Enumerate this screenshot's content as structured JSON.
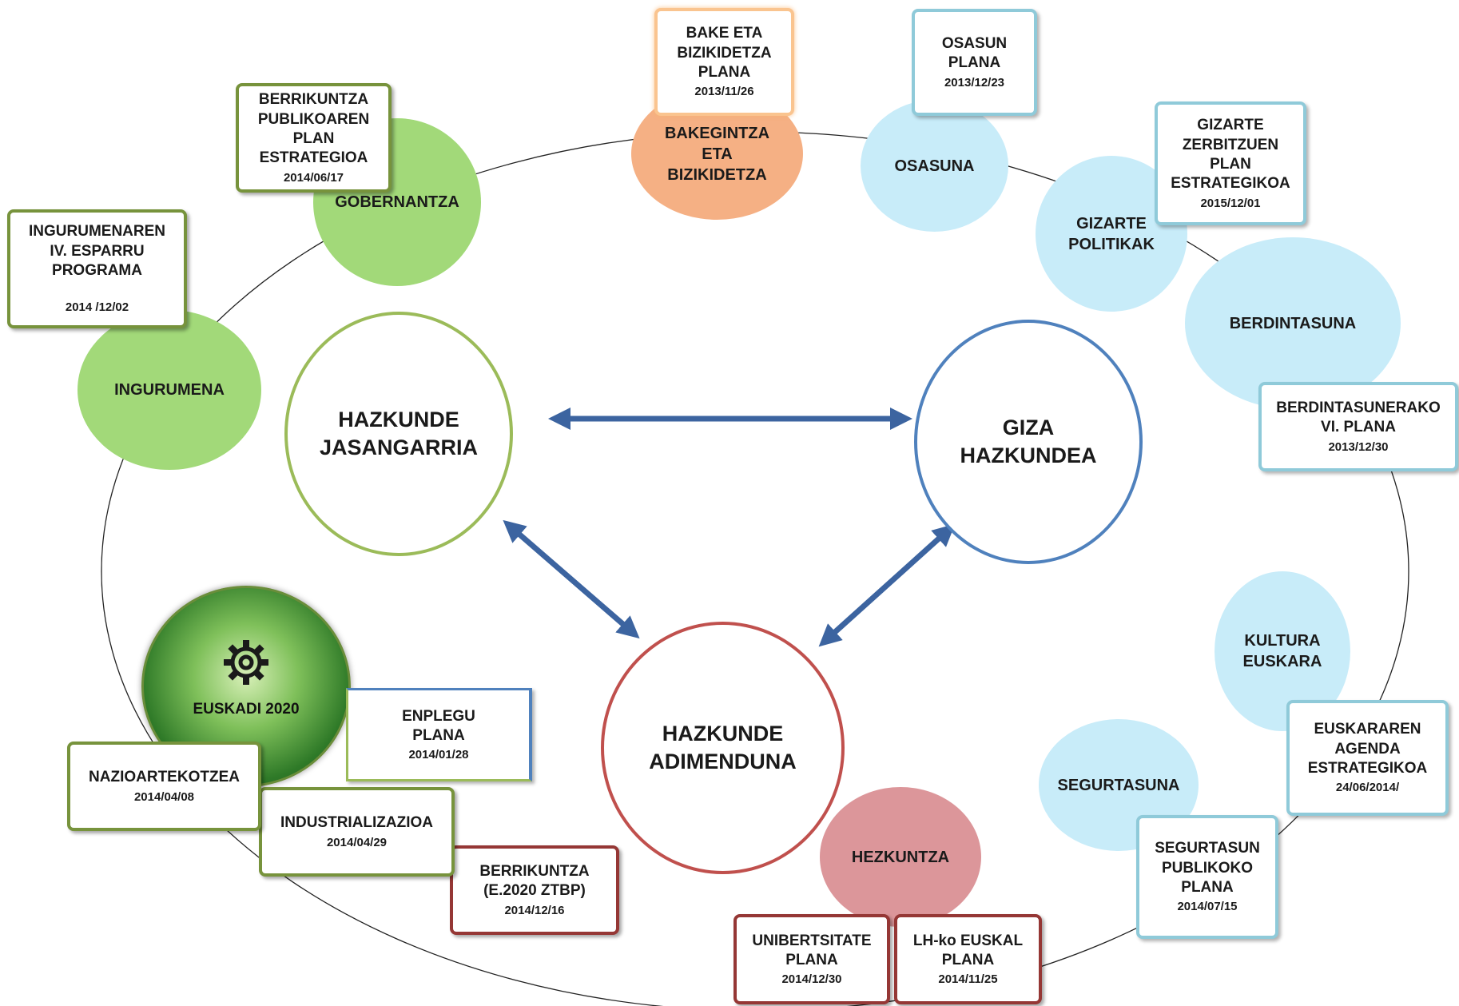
{
  "colors": {
    "green": "#a2d979",
    "light_blue": "#c8ecf9",
    "orange": "#f5b084",
    "rose": "#dc969a",
    "green_ring": "#9bbb59",
    "blue_ring": "#4f81bd",
    "red_ring": "#c0504d",
    "arrow": "#3c64a0"
  },
  "pillars": {
    "jasangarria": {
      "l1": "HAZKUNDE",
      "l2": "JASANGARRIA"
    },
    "giza": {
      "l1": "GIZA",
      "l2": "HAZKUNDEA"
    },
    "adimenduna": {
      "l1": "HAZKUNDE",
      "l2": "ADIMENDUNA"
    }
  },
  "areas": {
    "gobernantza": "GOBERNANTZA",
    "ingurumena": "INGURUMENA",
    "bakegintza": {
      "l1": "BAKEGINTZA",
      "l2": "ETA",
      "l3": "BIZIKIDETZA"
    },
    "osasuna": "OSASUNA",
    "gizarte": {
      "l1": "GIZARTE",
      "l2": "POLITIKAK"
    },
    "berdintasuna": "BERDINTASUNA",
    "kultura": {
      "l1": "KULTURA",
      "l2": "EUSKARA"
    },
    "segurtasuna": "SEGURTASUNA",
    "hezkuntza": "HEZKUNTZA",
    "euskadi": "EUSKADI 2020"
  },
  "plans": {
    "berrikuntza_publikoa": {
      "l1": "BERRIKUNTZA",
      "l2": "PUBLIKOAREN",
      "l3": "PLAN",
      "l4": "ESTRATEGIOA",
      "date": "2014/06/17"
    },
    "ingurumena": {
      "l1": "INGURUMENAREN",
      "l2": "IV. ESPARRU",
      "l3": "PROGRAMA",
      "date": "2014 /12/02"
    },
    "bake": {
      "l1": "BAKE ETA",
      "l2": "BIZIKIDETZA",
      "l3": "PLANA",
      "date": "2013/11/26"
    },
    "osasun": {
      "l1": "OSASUN",
      "l2": "PLANA",
      "date": "2013/12/23"
    },
    "gizarte": {
      "l1": "GIZARTE",
      "l2": "ZERBITZUEN",
      "l3": "PLAN",
      "l4": "ESTRATEGIKOA",
      "date": "2015/12/01"
    },
    "berdintasun": {
      "l1": "BERDINTASUNERAKO",
      "l2": "VI. PLANA",
      "date": "2013/12/30"
    },
    "euskara": {
      "l1": "EUSKARAREN",
      "l2": "AGENDA",
      "l3": "ESTRATEGIKOA",
      "date": "24/06/2014/"
    },
    "segurtasun": {
      "l1": "SEGURTASUN",
      "l2": "PUBLIKOKO",
      "l3": "PLANA",
      "date": "2014/07/15"
    },
    "unibertsitate": {
      "l1": "UNIBERTSITATE",
      "l2": "PLANA",
      "date": "2014/12/30"
    },
    "lh": {
      "l1": "LH-ko EUSKAL",
      "l2": "PLANA",
      "date": "2014/11/25"
    },
    "berrikuntza_ztbp": {
      "l1": "BERRIKUNTZA",
      "l2": "(E.2020 ZTBP)",
      "date": "2014/12/16"
    },
    "industrializazioa": {
      "l1": "INDUSTRIALIZAZIOA",
      "date": "2014/04/29"
    },
    "nazioartekotzea": {
      "l1": "NAZIOARTEKOTZEA",
      "date": "2014/04/08"
    },
    "enplegu": {
      "l1": "ENPLEGU",
      "l2": "PLANA",
      "date": "2014/01/28"
    }
  }
}
